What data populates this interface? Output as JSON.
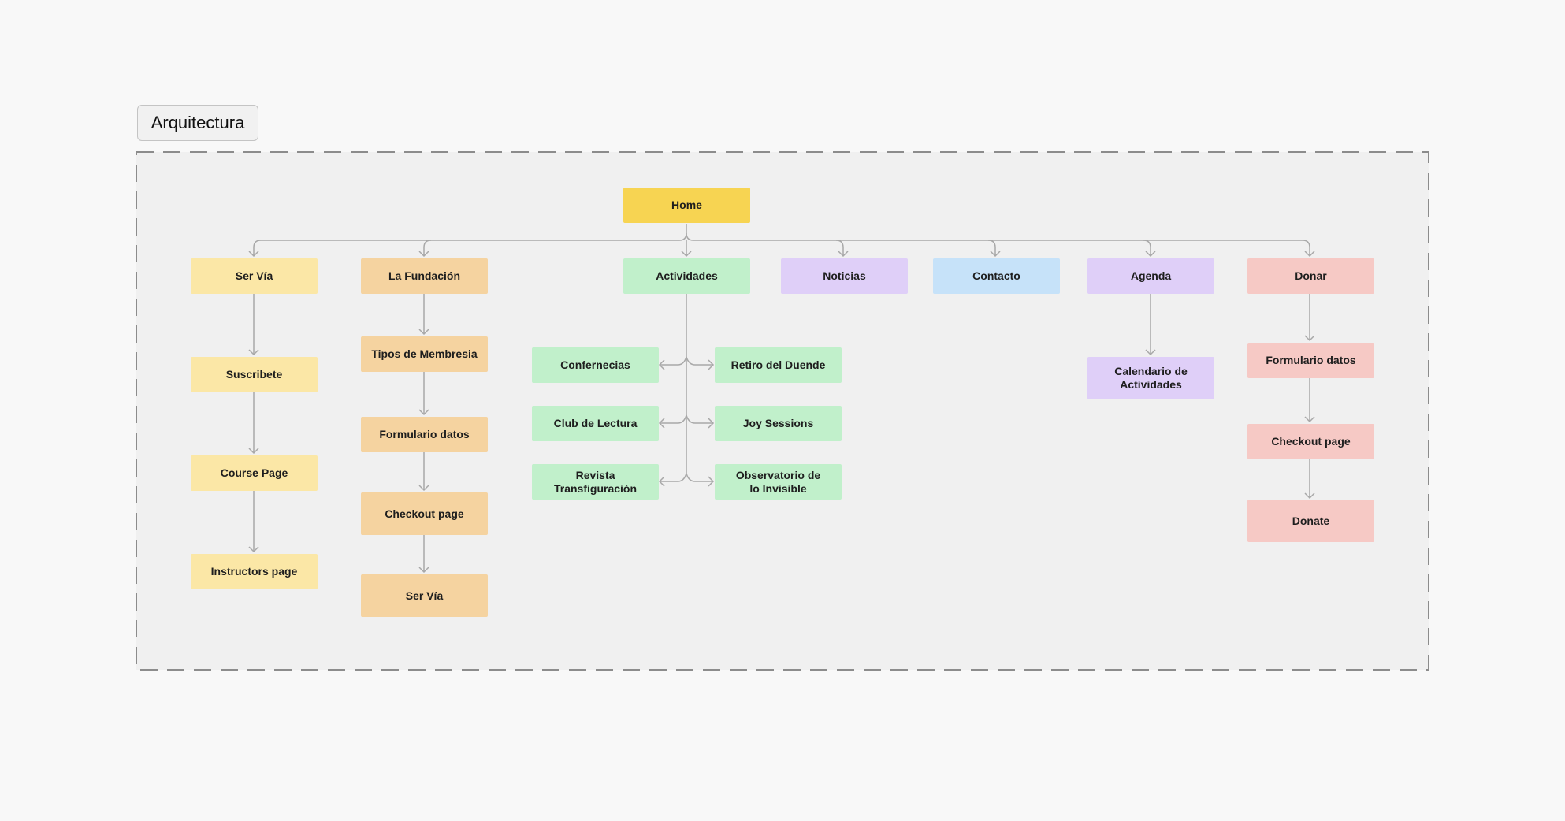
{
  "section": {
    "title": "Arquitectura"
  },
  "colors": {
    "root": "#f7d452",
    "ser_via": "#fbe7a6",
    "fundacion": "#f5d3a0",
    "actividades": "#c1f0cb",
    "noticias": "#dfcff8",
    "contacto": "#c6e2f9",
    "agenda": "#dfcff8",
    "donar": "#f6c9c5",
    "connector": "#a8a8a8"
  },
  "nodes": {
    "home": "Home",
    "ser_via": "Ser Vía",
    "suscribete": "Suscribete",
    "course_page": "Course Page",
    "instructors_page": "Instructors page",
    "la_fundacion": "La Fundación",
    "tipos_membresia": "Tipos de Membresia",
    "fundacion_formulario": "Formulario datos",
    "fundacion_checkout": "Checkout page",
    "fundacion_ser_via": "Ser Vía",
    "actividades": "Actividades",
    "confernecias": "Confernecias",
    "club_lectura": "Club de Lectura",
    "revista": "Revista Transfiguración",
    "retiro": "Retiro del Duende",
    "joy_sessions": "Joy Sessions",
    "observatorio": "Observatorio de lo Invisible",
    "noticias": "Noticias",
    "contacto": "Contacto",
    "agenda": "Agenda",
    "calendario": "Calendario de Actividades",
    "donar": "Donar",
    "donar_formulario": "Formulario datos",
    "donar_checkout": "Checkout page",
    "donate": "Donate"
  }
}
